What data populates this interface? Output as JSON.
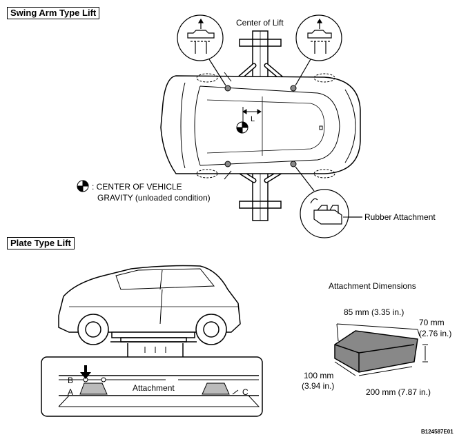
{
  "section_swing": {
    "title": "Swing Arm Type Lift"
  },
  "center_of_lift": "Center of Lift",
  "length_label": "L",
  "cog_legend": {
    "line1": ": CENTER OF VEHICLE",
    "line2": "GRAVITY (unloaded condition)"
  },
  "rubber_attachment": "Rubber Attachment",
  "section_plate": {
    "title": "Plate Type Lift"
  },
  "attachment_dims": {
    "title": "Attachment Dimensions",
    "width": "85 mm (3.35 in.)",
    "height_mm": "70 mm",
    "height_in": "(2.76 in.)",
    "depth_mm": "100 mm",
    "depth_in": "(3.94 in.)",
    "length": "200 mm (7.87 in.)"
  },
  "plate_points": {
    "a": "A",
    "b": "B",
    "c": "C",
    "attachment": "Attachment"
  },
  "figure_code": "B124587E01"
}
